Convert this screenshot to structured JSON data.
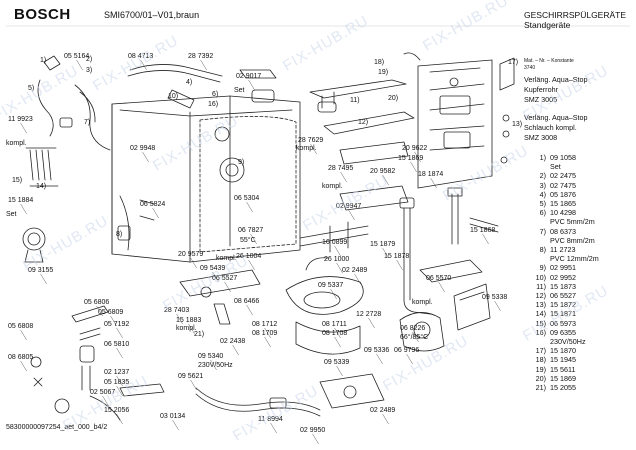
{
  "header": {
    "brand": "BOSCH",
    "model": "SMI6700/01–V01,braun",
    "title_line1": "GESCHIRRSPÜLGERÄTE",
    "title_line2": "Standgeräte",
    "mat_line1": "Mat. – Nr. – Konstante",
    "mat_line2": "3740"
  },
  "notes": [
    [
      "Verläng. Aqua–Stop",
      "Kupferrohr",
      "SMZ 3005"
    ],
    [
      "Verläng. Aqua–Stop",
      "Schlauch kompl.",
      "SMZ 3008"
    ]
  ],
  "parts_list": [
    {
      "no": "1)",
      "text": "09 1058"
    },
    {
      "no": "",
      "text": "Set"
    },
    {
      "no": "2)",
      "text": "02 2475"
    },
    {
      "no": "3)",
      "text": "02 7475"
    },
    {
      "no": "4)",
      "text": "05 1876"
    },
    {
      "no": "5)",
      "text": "15 1865"
    },
    {
      "no": "6)",
      "text": "10 4298"
    },
    {
      "no": "",
      "text": "PVC 5mm/2m"
    },
    {
      "no": "7)",
      "text": "08 6373"
    },
    {
      "no": "",
      "text": "PVC 8mm/2m"
    },
    {
      "no": "8)",
      "text": "11 2723"
    },
    {
      "no": "",
      "text": "PVC 12mm/2m"
    },
    {
      "no": "9)",
      "text": "02 9951"
    },
    {
      "no": "10)",
      "text": "02 9952"
    },
    {
      "no": "11)",
      "text": "15 1873"
    },
    {
      "no": "12)",
      "text": "06 5527"
    },
    {
      "no": "13)",
      "text": "15 1872"
    },
    {
      "no": "14)",
      "text": "15 1871"
    },
    {
      "no": "15)",
      "text": "06 5973"
    },
    {
      "no": "16)",
      "text": "09 6355"
    },
    {
      "no": "",
      "text": "230V/50Hz"
    },
    {
      "no": "17)",
      "text": "15 1870"
    },
    {
      "no": "18)",
      "text": "15 1945"
    },
    {
      "no": "19)",
      "text": "15 5611"
    },
    {
      "no": "20)",
      "text": "15 1869"
    },
    {
      "no": "21)",
      "text": "15 2055"
    }
  ],
  "callouts": [
    "1)",
    "2)",
    "3)",
    "4)",
    "5)",
    "6)",
    "7)",
    "8)",
    "9)",
    "10)",
    "11)",
    "12)",
    "13)",
    "14)",
    "15)",
    "16)",
    "17)",
    "18)",
    "19)",
    "20)",
    "21)",
    "Set",
    "Set",
    "kompl.",
    "kompl.",
    "kompl.",
    "kompl.",
    "kompl.",
    "kompl.",
    "05 5164",
    "08 4713",
    "28 7392",
    "02 9017",
    "11 9923",
    "02 9948",
    "06 5304",
    "06 5824",
    "15 1884",
    "09 3155",
    "20 9579",
    "28 7629",
    "28 7495",
    "20 9622",
    "02 9947",
    "20 9582",
    "15 1869",
    "18 1874",
    "15 1879",
    "15 1878",
    "15 1868",
    "06 7827",
    "55°C",
    "16 0899",
    "26 1004",
    "26 1000",
    "06 5527",
    "08 6466",
    "09 5439",
    "28 7403",
    "15 1883",
    "09 5337",
    "12 2728",
    "02 2489",
    "06 5570",
    "09 5338",
    "08 1712",
    "08 1711",
    "08 1709",
    "08 1708",
    "06 8226",
    "66°/85°C",
    "06 9796",
    "09 5340",
    "230V/50Hz",
    "02 2438",
    "09 5336",
    "09 5339",
    "09 5621",
    "05 6806",
    "05 6808",
    "05 6809",
    "05 7192",
    "06 5810",
    "08 6805",
    "02 1237",
    "05 1835",
    "02 5067",
    "15 2056",
    "11 8994",
    "03 0134",
    "02 9950",
    "02 2489"
  ],
  "footer": {
    "code": "58300000097254_aet_000_b4/2"
  },
  "watermark": "FIX-HUB.RU"
}
